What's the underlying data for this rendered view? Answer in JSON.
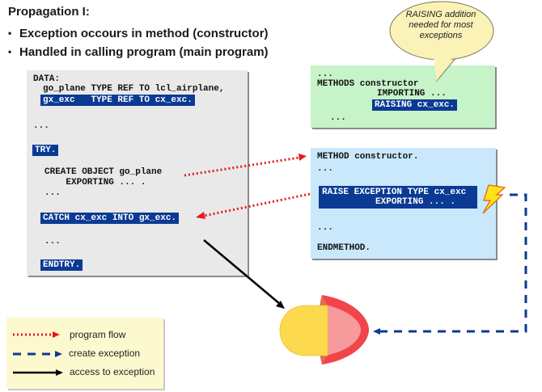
{
  "title": "Propagation I:",
  "bullets": [
    "Exception occours in method (constructor)",
    "Handled in calling program (main program)"
  ],
  "main_program": {
    "lines": {
      "data": "DATA:",
      "go_plane": "go_plane TYPE REF TO lcl_airplane,",
      "gx_exc": "gx_exc   TYPE REF TO cx_exc.",
      "dots1": "...",
      "try": "TRY.",
      "create": "CREATE OBJECT go_plane",
      "exporting": "    EXPORTING ... .",
      "dots2": "...",
      "catch": "CATCH cx_exc INTO gx_exc.",
      "dots3": "...",
      "endtry": "ENDTRY."
    }
  },
  "definition": {
    "lines": {
      "dots1": "...",
      "methods": "METHODS constructor",
      "importing": "IMPORTING ...",
      "raising": "RAISING cx_exc.",
      "dots2": "..."
    }
  },
  "implementation": {
    "lines": {
      "method": "METHOD constructor.",
      "dots1": "...",
      "raise1": "RAISE EXCEPTION TYPE cx_exc",
      "raise2": "          EXPORTING ... .",
      "dots2": "...",
      "endmethod": "ENDMETHOD."
    }
  },
  "callout": {
    "line1": "RAISING addition",
    "line2": "needed for most",
    "line3": "exceptions"
  },
  "legend": {
    "items": [
      {
        "label": "program flow",
        "style": "dotted",
        "color": "#e8191b"
      },
      {
        "label": "create exception",
        "style": "dashed",
        "color": "#0b3a94"
      },
      {
        "label": "access to exception",
        "style": "solid",
        "color": "#000000"
      }
    ]
  },
  "colors": {
    "highlight": "#0b3a94",
    "main_box": "#e9e9e9",
    "definition_box": "#c6f3c8",
    "implementation_box": "#c9e8fb",
    "legend_box": "#fdf9cf",
    "callout": "#fbf2b8"
  }
}
